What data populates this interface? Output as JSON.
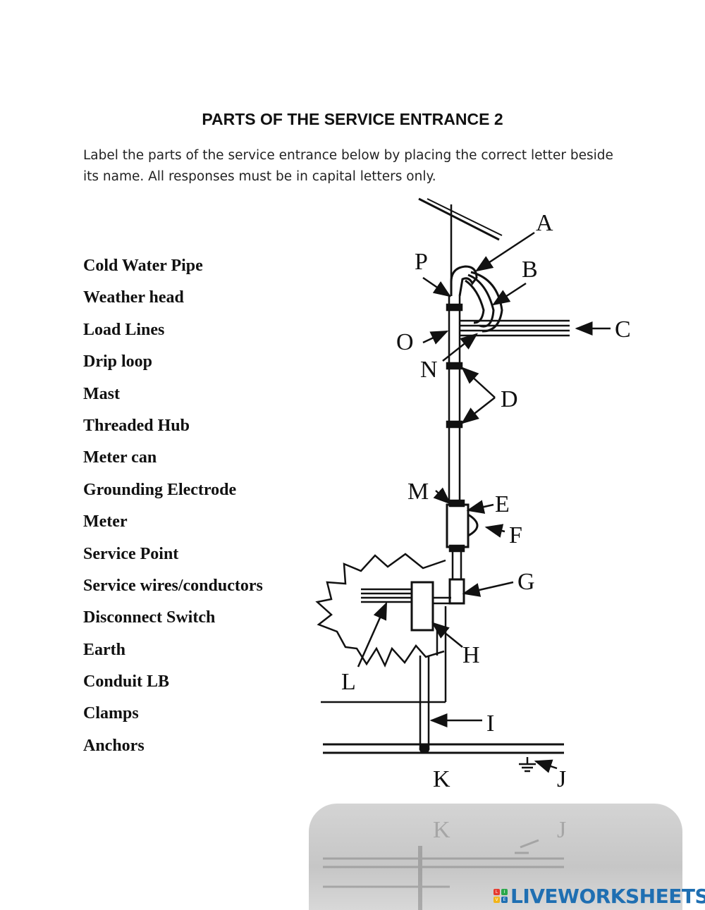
{
  "title": "PARTS OF THE SERVICE ENTRANCE 2",
  "instructions": "Label the parts of the service entrance below by placing the correct letter beside its name. All responses must be in capital letters only.",
  "terms": [
    "Cold Water Pipe",
    "Weather head",
    "Load Lines",
    "Drip loop",
    "Mast",
    "Threaded Hub",
    "Meter can",
    "Grounding Electrode",
    "Meter",
    "Service Point",
    "Service wires/conductors",
    "Disconnect Switch",
    "Earth",
    "Conduit LB",
    "Clamps",
    "Anchors"
  ],
  "diagram": {
    "labels": {
      "A": "A",
      "B": "B",
      "C": "C",
      "D": "D",
      "E": "E",
      "F": "F",
      "G": "G",
      "H": "H",
      "I": "I",
      "J": "J",
      "K": "K",
      "L": "L",
      "M": "M",
      "N": "N",
      "O": "O",
      "P": "P"
    },
    "reflection_labels": {
      "K": "K",
      "J": "J"
    }
  },
  "brand": {
    "name": "LIVEWORKSHEETS",
    "color": "#1f6fb2",
    "icon_letters": [
      "L",
      "I",
      "V",
      "E"
    ],
    "icon_colors": [
      "#e63a2e",
      "#2aa84a",
      "#f2b418",
      "#1f6fb2"
    ]
  }
}
